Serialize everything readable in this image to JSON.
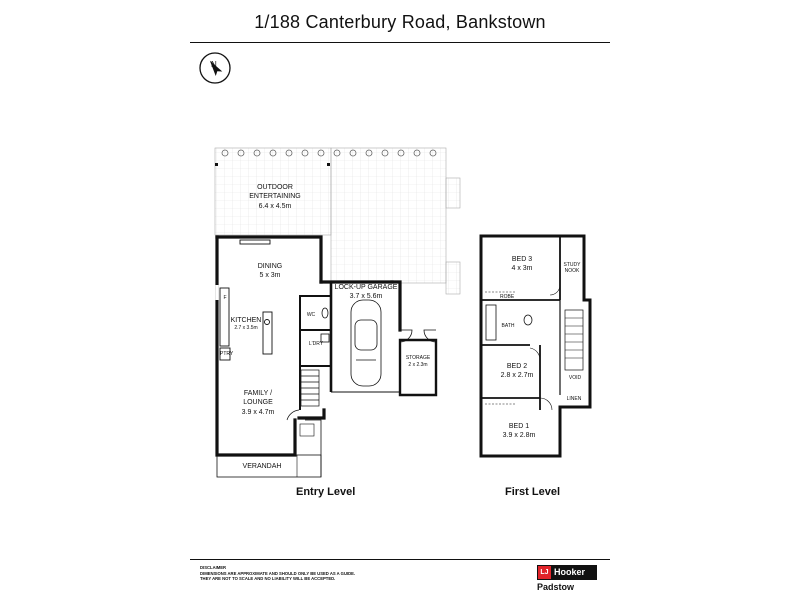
{
  "title": "1/188 Canterbury Road, Bankstown",
  "compass_letter": "N",
  "entry_level": {
    "label": "Entry Level",
    "outdoor": "OUTDOOR\nENTERTAINING",
    "outdoor_dim": "6.4 x 4.5m",
    "dining": "DINING",
    "dining_dim": "5 x 3m",
    "kitchen": "KITCHEN",
    "kitchen_dim": "2.7 x 3.5m",
    "fridge": "F",
    "pantry": "PTRY",
    "garage": "LOCK-UP GARAGE",
    "garage_dim": "3.7 x 5.6m",
    "wc": "WC",
    "laundry": "L'DRY",
    "storage": "STORAGE",
    "storage_dim": "2 x 2.3m",
    "family": "FAMILY /\nLOUNGE",
    "family_dim": "3.9 x 4.7m",
    "verandah": "VERANDAH"
  },
  "first_level": {
    "label": "First Level",
    "bed3": "BED 3",
    "bed3_dim": "4 x 3m",
    "study": "STUDY\nNOOK",
    "bath": "BATH",
    "bed2": "BED 2",
    "bed2_dim": "2.8 x 2.7m",
    "void": "VOID",
    "bed1": "BED 1",
    "bed1_dim": "3.9 x 2.8m",
    "robe": "ROBE",
    "linen": "LINEN"
  },
  "disclaimer": {
    "heading": "DISCLAIMER",
    "line1": "DIMENSIONS ARE APPROXIMATE AND SHOULD ONLY BE USED AS A GUIDE.",
    "line2": "THEY ARE NOT TO SCALE AND NO LIABILITY WILL BE ACCEPTED."
  },
  "brand": {
    "mark": "LJ",
    "name": "Hooker",
    "office": "Padstow",
    "accent_color": "#e1242a"
  }
}
